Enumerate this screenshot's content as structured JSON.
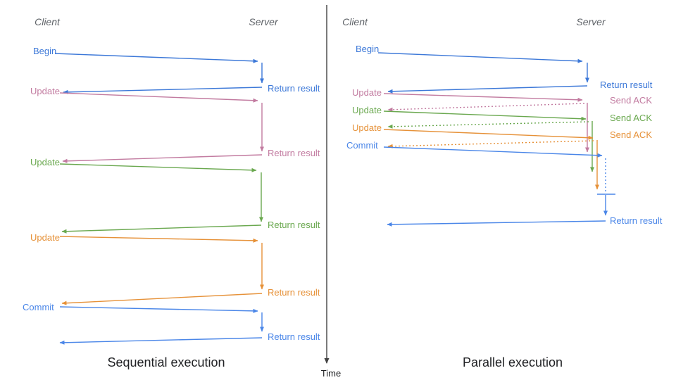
{
  "colors": {
    "blue": "#3c78d8",
    "blue2": "#4a86e8",
    "pink": "#c27ba0",
    "green": "#6aa84f",
    "orange": "#e69138",
    "axis": "#424242",
    "actor": "#5f6368",
    "caption": "#202124"
  },
  "time_axis": {
    "label": "Time"
  },
  "left": {
    "caption": "Sequential execution",
    "actors": {
      "client": "Client",
      "server": "Server"
    },
    "messages": [
      {
        "label": "Begin",
        "response": "Return result",
        "color": "blue"
      },
      {
        "label": "Update",
        "response": "Return result",
        "color": "pink"
      },
      {
        "label": "Update",
        "response": "Return result",
        "color": "green"
      },
      {
        "label": "Update",
        "response": "Return result",
        "color": "orange"
      },
      {
        "label": "Commit",
        "response": "Return result",
        "color": "blue2"
      }
    ]
  },
  "right": {
    "caption": "Parallel execution",
    "actors": {
      "client": "Client",
      "server": "Server"
    },
    "messages": [
      {
        "label": "Begin",
        "response": "Return result",
        "color": "blue"
      },
      {
        "label": "Update",
        "response": "Send ACK",
        "color": "pink"
      },
      {
        "label": "Update",
        "response": "Send ACK",
        "color": "green"
      },
      {
        "label": "Update",
        "response": "Send ACK",
        "color": "orange"
      },
      {
        "label": "Commit",
        "response": "Return result",
        "color": "blue2"
      }
    ]
  }
}
